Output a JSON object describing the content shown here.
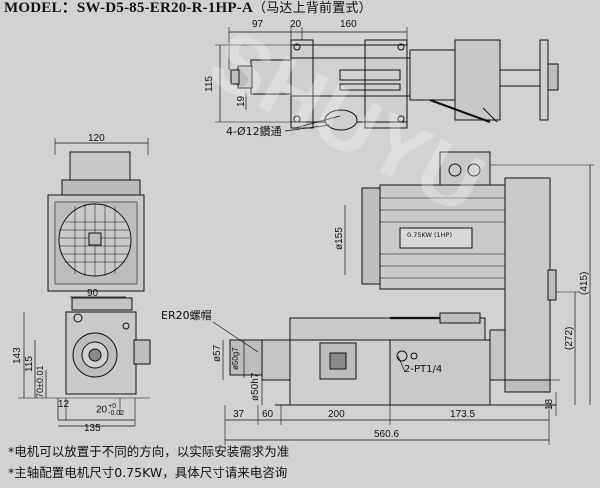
{
  "title": {
    "model_label": "MODEL：",
    "model_code": "SW-D5-85-ER20-R-1HP-A",
    "variant_note": "（马达上背前置式）"
  },
  "dimensions": {
    "d_97": "97",
    "d_20": "20",
    "d_160": "160",
    "d_115_top": "115",
    "d_19": "19",
    "d_120": "120",
    "d_90": "90",
    "d_143": "143",
    "d_115_side": "115",
    "d_70": "70±0.01",
    "d_12": "12",
    "d_20_tol": "20",
    "d_20_tol_sup": "+0",
    "d_20_tol_sub": "-0.02",
    "d_135": "135",
    "d_155": "ø155",
    "d_57": "ø57",
    "d_50g7": "ø50g7",
    "d_50h7": "ø50h7",
    "d_37": "37",
    "d_60": "60",
    "d_200": "200",
    "d_173_5": "173.5",
    "d_560_6": "560.6",
    "d_272": "(272)",
    "d_415": "(415)",
    "d_18": "18"
  },
  "callouts": {
    "holes": "4-Ø12鑽通",
    "er20_nut": "ER20螺帽",
    "port": "2-PT1/4",
    "motor_plate": "0.75KW (1HP)"
  },
  "notes": [
    "*电机可以放置于不同的方向，以实际安装需求为准",
    "*主轴配置电机尺寸0.75KW，具体尺寸请来电咨询"
  ],
  "watermark": "SHUYU"
}
